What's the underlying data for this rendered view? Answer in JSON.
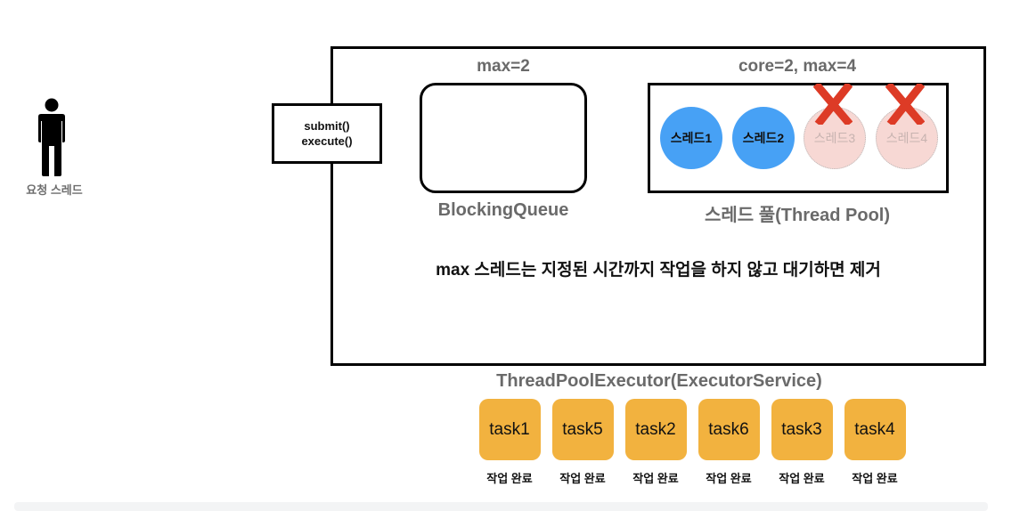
{
  "actor": {
    "icon": "person-icon",
    "label": "요청 스레드"
  },
  "submit_box": {
    "lines": [
      "submit()",
      "execute()"
    ]
  },
  "blocking_queue": {
    "caption": "max=2",
    "label": "BlockingQueue"
  },
  "thread_pool": {
    "caption": "core=2, max=4",
    "label": "스레드 풀(Thread Pool)",
    "threads": [
      {
        "label": "스레드1",
        "state": "active"
      },
      {
        "label": "스레드2",
        "state": "active"
      },
      {
        "label": "스레드3",
        "state": "removed"
      },
      {
        "label": "스레드4",
        "state": "removed"
      }
    ],
    "colors": {
      "active": "#47a1f5",
      "removed": "#f7d8d4",
      "x_mark": "#dd3b26"
    }
  },
  "note": "max 스레드는 지정된 시간까지 작업을 하지 않고 대기하면 제거",
  "executor_label": "ThreadPoolExecutor(ExecutorService)",
  "tasks": [
    {
      "name": "task1",
      "status": "작업 완료"
    },
    {
      "name": "task5",
      "status": "작업 완료"
    },
    {
      "name": "task2",
      "status": "작업 완료"
    },
    {
      "name": "task6",
      "status": "작업 완료"
    },
    {
      "name": "task3",
      "status": "작업 완료"
    },
    {
      "name": "task4",
      "status": "작업 완료"
    }
  ],
  "task_color": "#f2b23f"
}
